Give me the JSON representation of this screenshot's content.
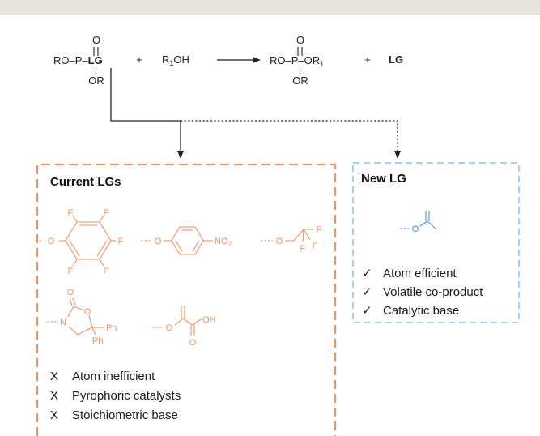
{
  "colors": {
    "top_bar": "#e6e4dc",
    "current_box": "#ee9264",
    "new_box": "#a8cff2",
    "orange_structures": "#ee9264",
    "blue_structure": "#3f8fe6",
    "ink": "#222222"
  },
  "reaction": {
    "reagent": {
      "oxo": "O",
      "left": "RO–P–",
      "lg": "LG",
      "bottom": "OR"
    },
    "plus1": "+",
    "alcohol": {
      "main": "R",
      "sub": "1",
      "tail": "OH"
    },
    "product": {
      "oxo": "O",
      "main": "RO–P–OR",
      "sub": "1",
      "bottom": "OR"
    },
    "plus2": "+",
    "byproduct": "LG"
  },
  "current": {
    "title": "Current LGs",
    "structures": {
      "pfp": {
        "o": "O",
        "f": [
          "F",
          "F",
          "F",
          "F",
          "F"
        ]
      },
      "nitro": {
        "o": "O",
        "no2": "NO",
        "no2_sub": "2"
      },
      "tfe": {
        "o": "O",
        "f": [
          "F",
          "F",
          "F"
        ]
      },
      "oxazolidinone": {
        "o_exo": "O",
        "o_ring": "O",
        "n": "N",
        "ph1": "Ph",
        "ph2": "Ph"
      },
      "acrylate": {
        "o": "O",
        "oh": "OH",
        "o_carbonyl": "O"
      }
    },
    "drawbacks": [
      {
        "mark": "X",
        "text": "Atom inefficient"
      },
      {
        "mark": "X",
        "text": "Pyrophoric catalysts"
      },
      {
        "mark": "X",
        "text": "Stoichiometric base"
      }
    ]
  },
  "new": {
    "title": "New LG",
    "structure": {
      "o": "O"
    },
    "benefits": [
      {
        "mark": "✓",
        "text": "Atom efficient"
      },
      {
        "mark": "✓",
        "text": "Volatile co-product"
      },
      {
        "mark": "✓",
        "text": "Catalytic base"
      }
    ]
  }
}
